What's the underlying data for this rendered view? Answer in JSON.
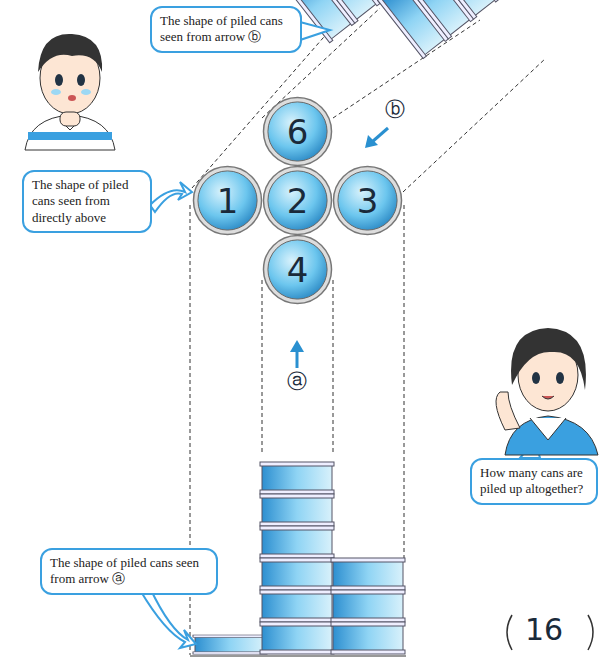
{
  "diagram": {
    "nodes": [
      {
        "text": [
          "The shape of piled cans seen from arrow ⓑ"
        ]
      },
      {
        "text": [
          "6"
        ]
      },
      {
        "text": [
          "The shape of piled cans seen from directly above"
        ]
      },
      {
        "text": [
          "1"
        ]
      },
      {
        "text": [
          "2"
        ]
      },
      {
        "text": [
          "3"
        ]
      },
      {
        "text": [
          "4"
        ]
      },
      {
        "text": [
          "How many cans are piled up altogether?"
        ]
      },
      {
        "text": [
          "The shape of piled cans seen from arrow ⓐ"
        ]
      }
    ],
    "labels": [
      "ⓑ",
      "ⓐ",
      "16"
    ]
  }
}
